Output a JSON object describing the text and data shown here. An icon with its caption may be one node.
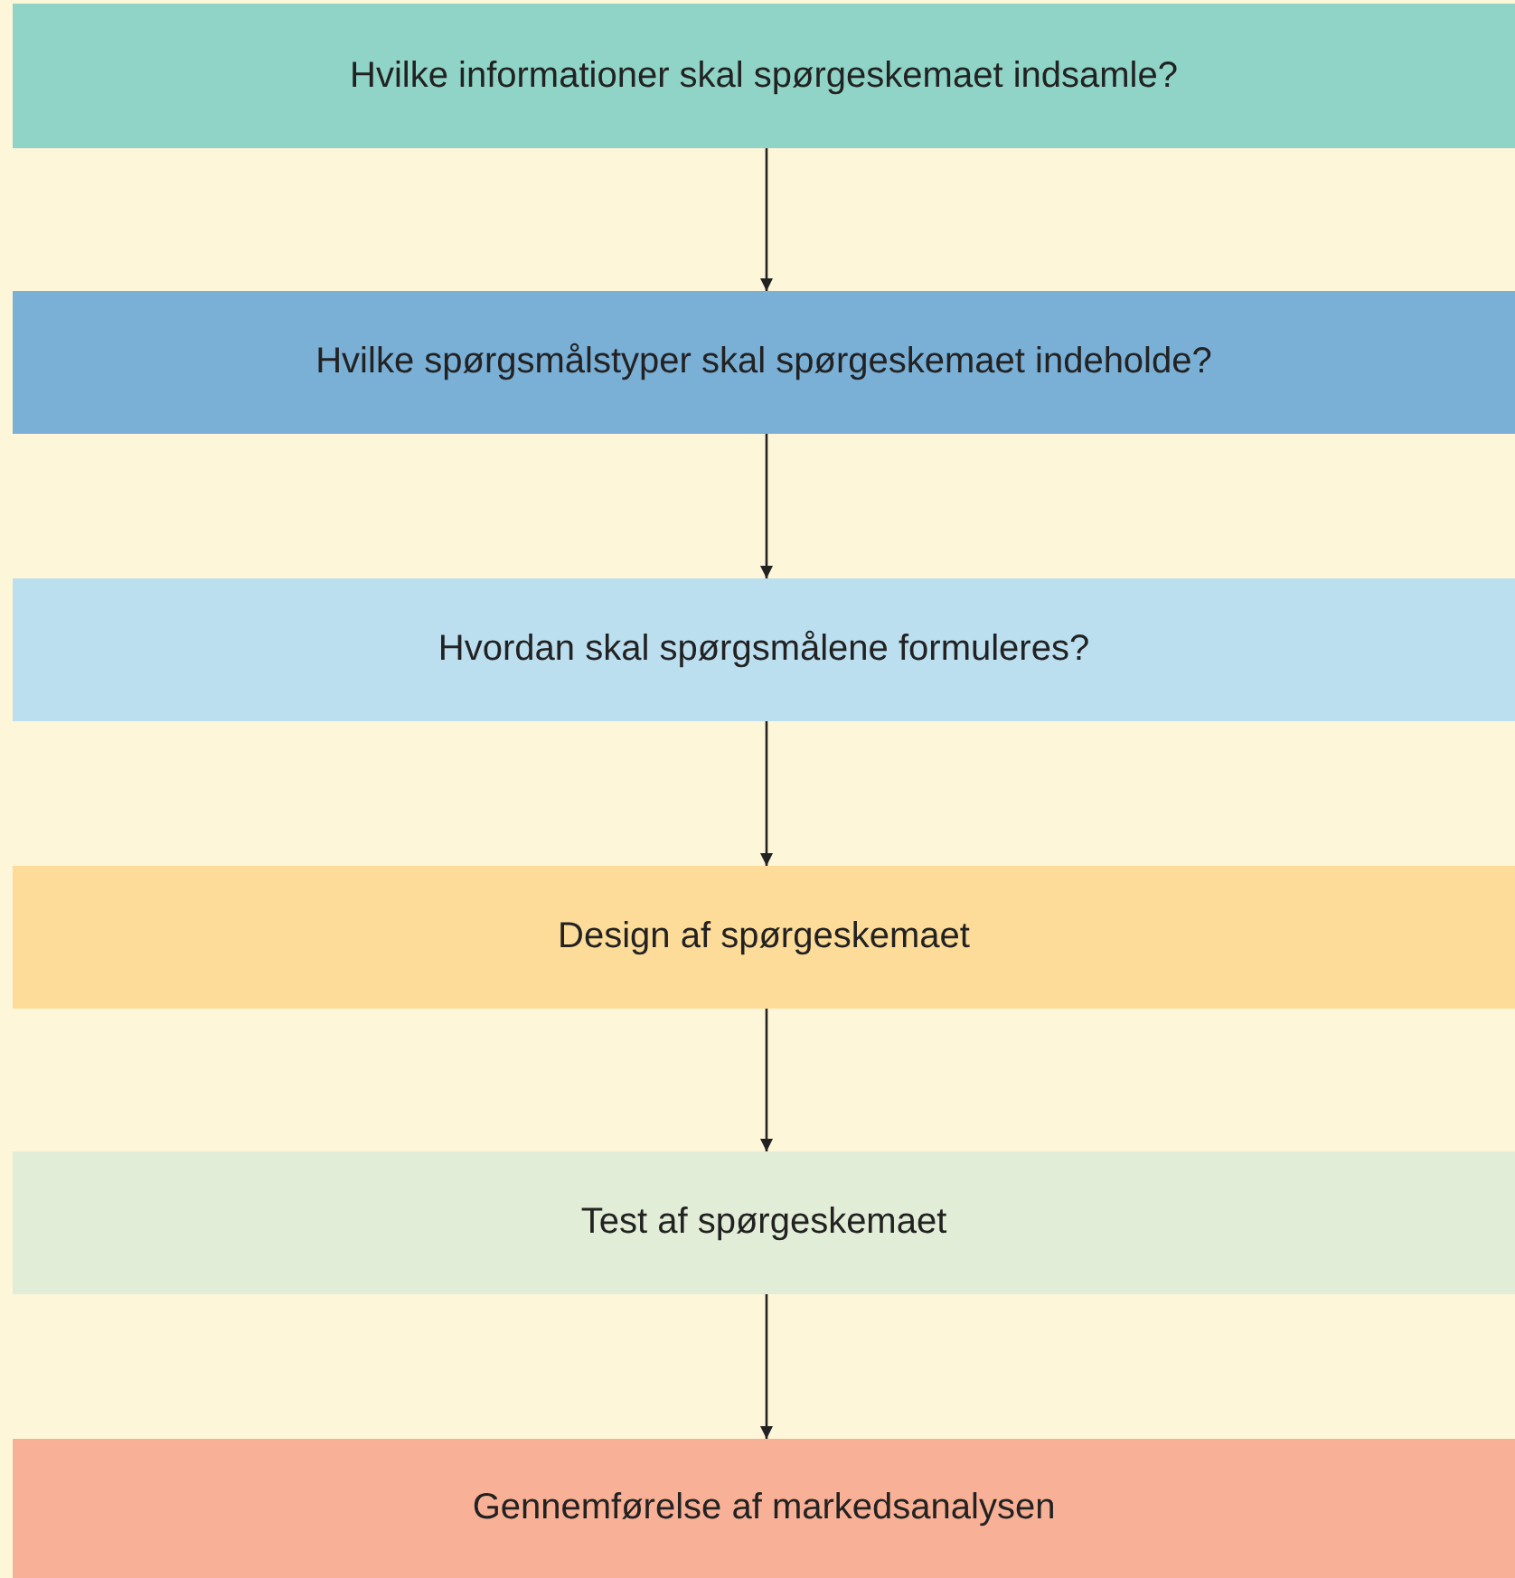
{
  "diagram": {
    "nodes": [
      {
        "text": [
          "Hvilke informationer skal spørgeskemaet indsamle?"
        ]
      },
      {
        "text": [
          "Hvilke spørgsmålstyper skal spørgeskemaet indeholde?"
        ]
      },
      {
        "text": [
          "Hvordan skal spørgsmålene formuleres?"
        ]
      },
      {
        "text": [
          "Design af spørgeskemaet"
        ]
      },
      {
        "text": [
          "Test af spørgeskemaet"
        ]
      },
      {
        "text": [
          "Gennemførelse af markedsanalysen"
        ]
      }
    ],
    "edges": [
      {
        "from": 0,
        "to": 1,
        "arrow": "to"
      },
      {
        "from": 1,
        "to": 2,
        "arrow": "to"
      },
      {
        "from": 2,
        "to": 3,
        "arrow": "to"
      },
      {
        "from": 3,
        "to": 4,
        "arrow": "to"
      },
      {
        "from": 4,
        "to": 5,
        "arrow": "to"
      }
    ]
  }
}
